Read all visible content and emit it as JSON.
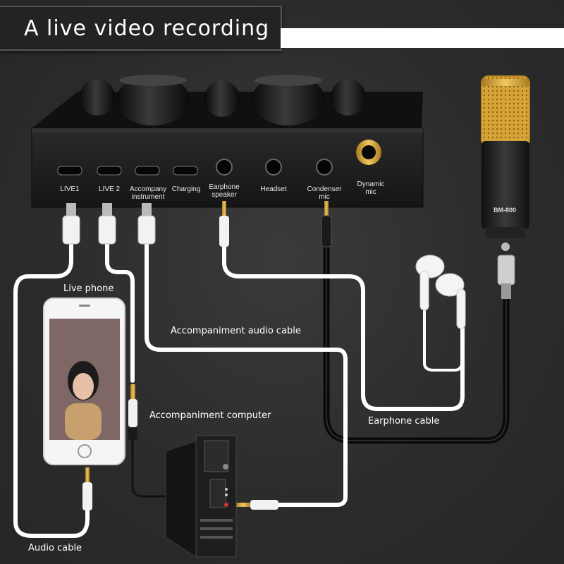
{
  "title": "A live video recording",
  "ports": [
    {
      "id": "live1",
      "label": "LIVE1"
    },
    {
      "id": "live2",
      "label": "LIVE 2"
    },
    {
      "id": "accompany",
      "label": "Accompany\ninstrument"
    },
    {
      "id": "charging",
      "label": "Charging"
    },
    {
      "id": "earphone",
      "label": "Earphone\nspeaker"
    },
    {
      "id": "headset",
      "label": "Headset"
    },
    {
      "id": "condenser",
      "label": "Condenser\nmic"
    },
    {
      "id": "dynamic",
      "label": "Dynamic\nmic"
    }
  ],
  "microphone_model": "BM-800",
  "labels": {
    "live_phone": "Live phone",
    "accompaniment_audio_cable": "Accompaniment audio cable",
    "accompaniment_computer": "Accompaniment computer",
    "earphone_cable": "Earphone cable",
    "audio_cable": "Audio cable"
  },
  "colors": {
    "background": "#2e2e2e",
    "device_body": "#1b1b1b",
    "cable_white": "#ffffff",
    "cable_black": "#0d0d0d",
    "mic_grille": "#d9a93a"
  }
}
